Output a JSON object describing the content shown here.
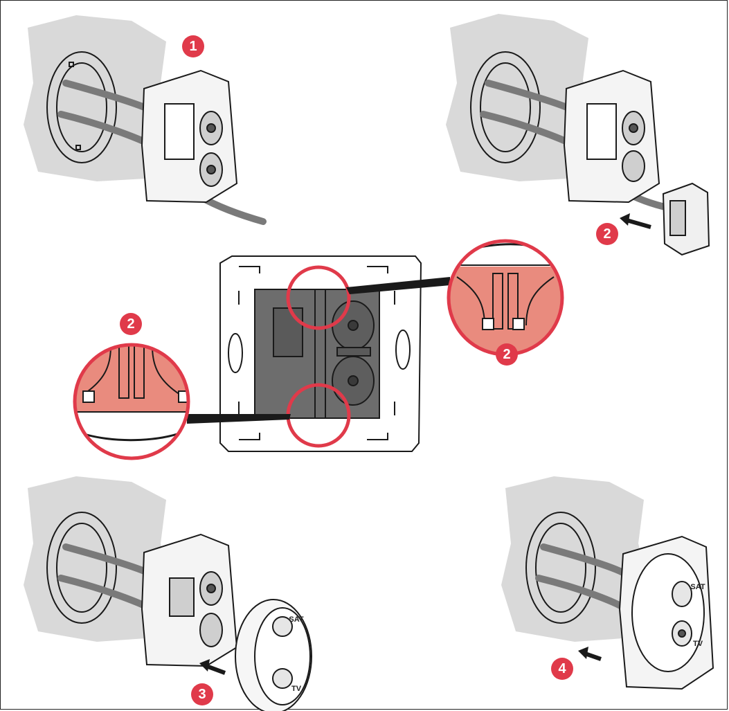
{
  "colors": {
    "accent": "#e03a4a",
    "wall": "#d9d9d9",
    "zoom_fill": "#e98b7e",
    "module_fill": "#6d6d6d",
    "line": "#1a1a1a"
  },
  "steps": {
    "step1": "1",
    "step2_top_right": "2",
    "step2_left_zoom": "2",
    "step2_right_zoom": "2",
    "step3": "3",
    "step4": "4"
  },
  "labels": {
    "sat": "SAT",
    "tv": "TV"
  },
  "icons": [
    "arrow-icon",
    "red-circle-highlight",
    "zoom-callout"
  ]
}
